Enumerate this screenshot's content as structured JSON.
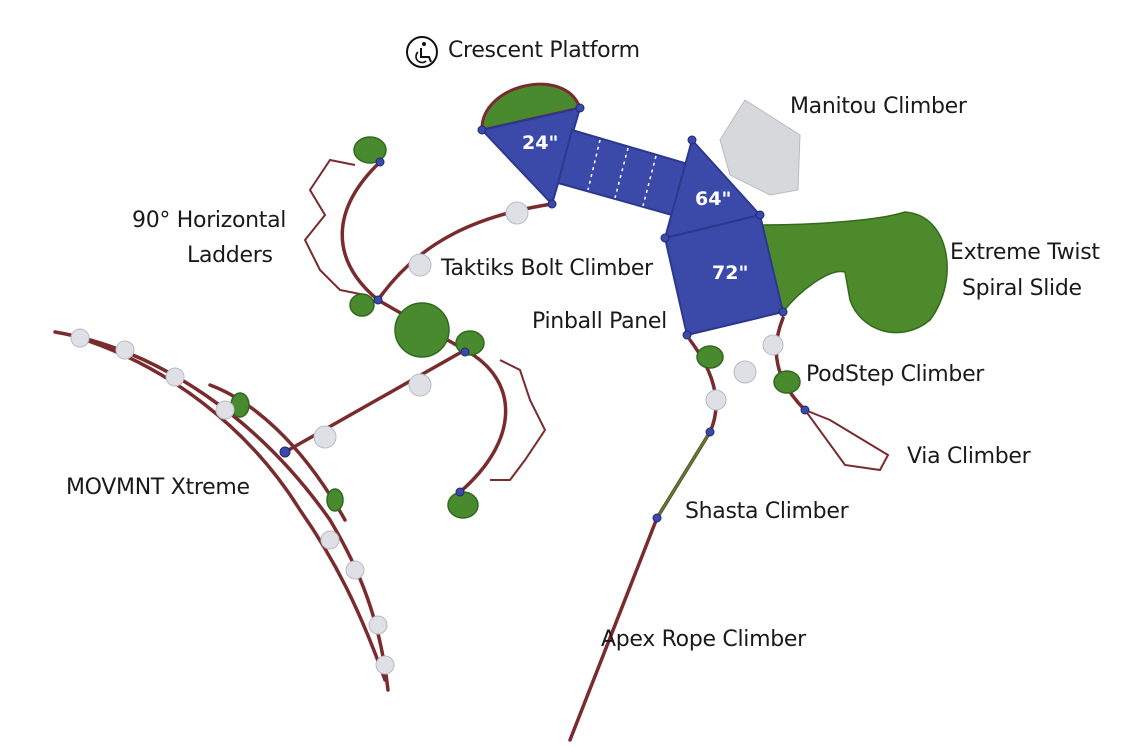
{
  "labels": {
    "crescent_platform": "Crescent Platform",
    "manitou_climber": "Manitou Climber",
    "horizontal_ladders_line1": "90° Horizontal",
    "horizontal_ladders_line2": "Ladders",
    "taktiks_bolt_climber": "Taktiks Bolt Climber",
    "spiral_slide_line1": "Extreme Twist",
    "spiral_slide_line2": "Spiral Slide",
    "pinball_panel": "Pinball Panel",
    "podstep_climber": "PodStep Climber",
    "via_climber": "Via Climber",
    "movmnt_xtreme": "MOVMNT Xtreme",
    "shasta_climber": "Shasta Climber",
    "apex_rope_climber": "Apex Rope Climber"
  },
  "deck_heights": {
    "deck_1": "24\"",
    "deck_2": "64\"",
    "deck_3": "72\""
  },
  "icons": {
    "accessible": "wheelchair-accessible-icon"
  },
  "colors": {
    "deck": "#3b4aa8",
    "frame": "#7a2b2e",
    "green": "#4a8a2e",
    "grey": "#d6d8dc"
  }
}
